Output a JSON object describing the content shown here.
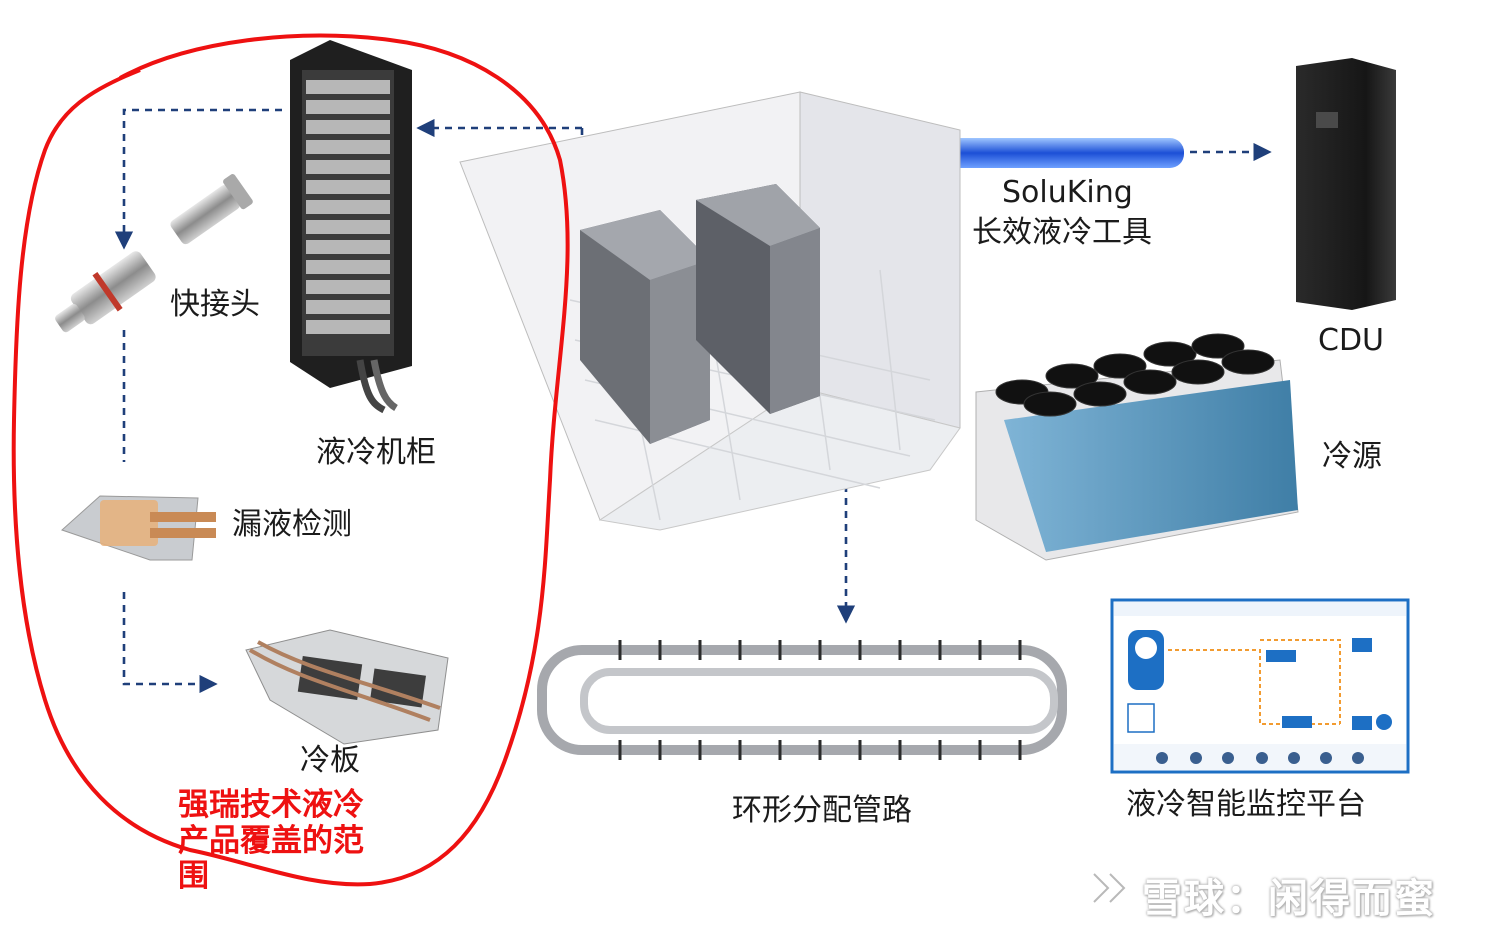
{
  "labels": {
    "quick_connector": "快接头",
    "liquid_cabinet": "液冷机柜",
    "leak_detection": "漏液检测",
    "cold_plate": "冷板",
    "soluking_line1": "SoluKing",
    "soluking_line2": "长效液冷工具",
    "cdu": "CDU",
    "cooling_source": "冷源",
    "ring_pipeline": "环形分配管路",
    "monitor_platform": "液冷智能监控平台"
  },
  "highlight_note": "强瑞技术液冷产品覆盖的范围",
  "watermark": "雪球：闲得而蜜",
  "colors": {
    "arrow": "#1f3f7a",
    "highlight": "#ee1111",
    "screen_accent": "#1d6fc4",
    "fin": "#5e9cc0"
  }
}
